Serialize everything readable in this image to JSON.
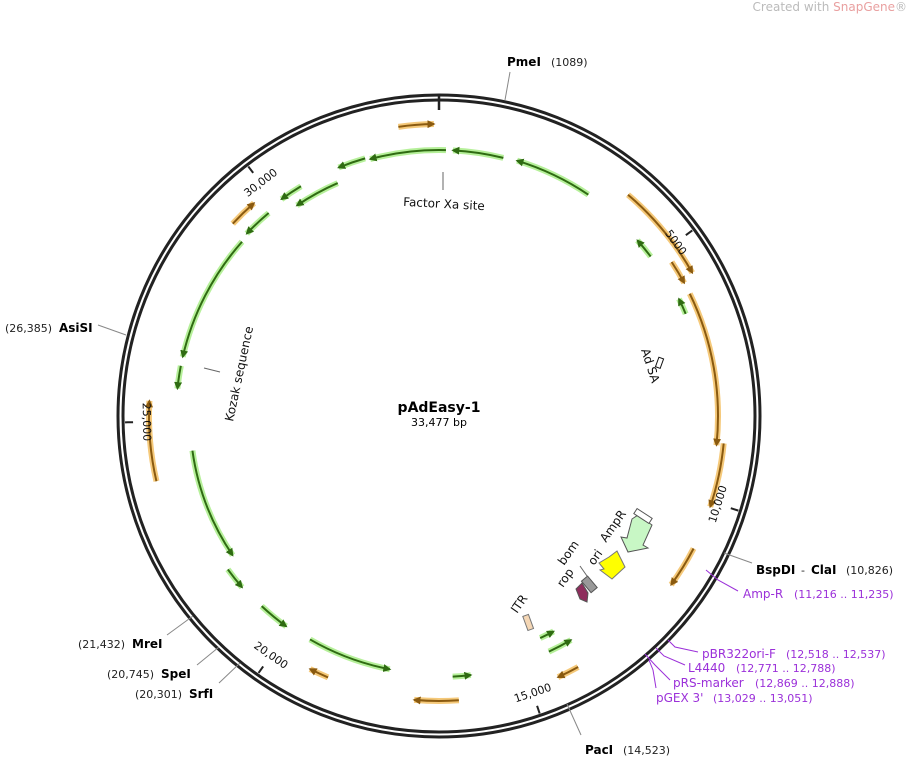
{
  "watermark": {
    "prefix": "Created with ",
    "brand": "SnapGene",
    "mark": "®"
  },
  "plasmid": {
    "name": "pAdEasy-1",
    "size_label": "33,477 bp",
    "length_bp": 33477
  },
  "ticks": [
    {
      "bp": 5000,
      "label": "5000"
    },
    {
      "bp": 10000,
      "label": "10,000"
    },
    {
      "bp": 15000,
      "label": "15,000"
    },
    {
      "bp": 20000,
      "label": "20,000"
    },
    {
      "bp": 25000,
      "label": "25,000"
    },
    {
      "bp": 30000,
      "label": "30,000"
    }
  ],
  "enzymes": [
    {
      "name": "PmeI",
      "pos": "(1089)"
    },
    {
      "name": "BspDI",
      "sep": "-",
      "name2": "ClaI",
      "pos": "(10,826)"
    },
    {
      "name": "PacI",
      "pos": "(14,523)"
    },
    {
      "name": "SrfI",
      "pos": "(20,301)"
    },
    {
      "name": "SpeI",
      "pos": "(20,745)"
    },
    {
      "name": "MreI",
      "pos": "(21,432)"
    },
    {
      "name": "AsiSI",
      "pos": "(26,385)"
    }
  ],
  "primers": [
    {
      "name": "Amp-R",
      "range": "(11,216 .. 11,235)"
    },
    {
      "name": "pBR322ori-F",
      "range": "(12,518 .. 12,537)"
    },
    {
      "name": "L4440",
      "range": "(12,771 .. 12,788)"
    },
    {
      "name": "pRS-marker",
      "range": "(12,869 .. 12,888)"
    },
    {
      "name": "pGEX 3'",
      "range": "(13,029 .. 13,051)"
    }
  ],
  "features": {
    "factor_xa": "Factor Xa site",
    "kozak": "Kozak sequence",
    "ad_sa": "Ad SA",
    "ampr": "AmpR",
    "ori": "ori",
    "bom": "bom",
    "rop": "rop",
    "itr": "ITR"
  },
  "colors": {
    "orange": "#f5c97a",
    "orange_line": "#8a5a10",
    "green": "#b6f09a",
    "green_line": "#2f6b12",
    "primer": "#9b30d9",
    "ori": "#ffff00",
    "ampr": "#c8f7c5",
    "rop": "#8e2d5c",
    "bom": "#999999",
    "itr": "#f5d7b5"
  }
}
